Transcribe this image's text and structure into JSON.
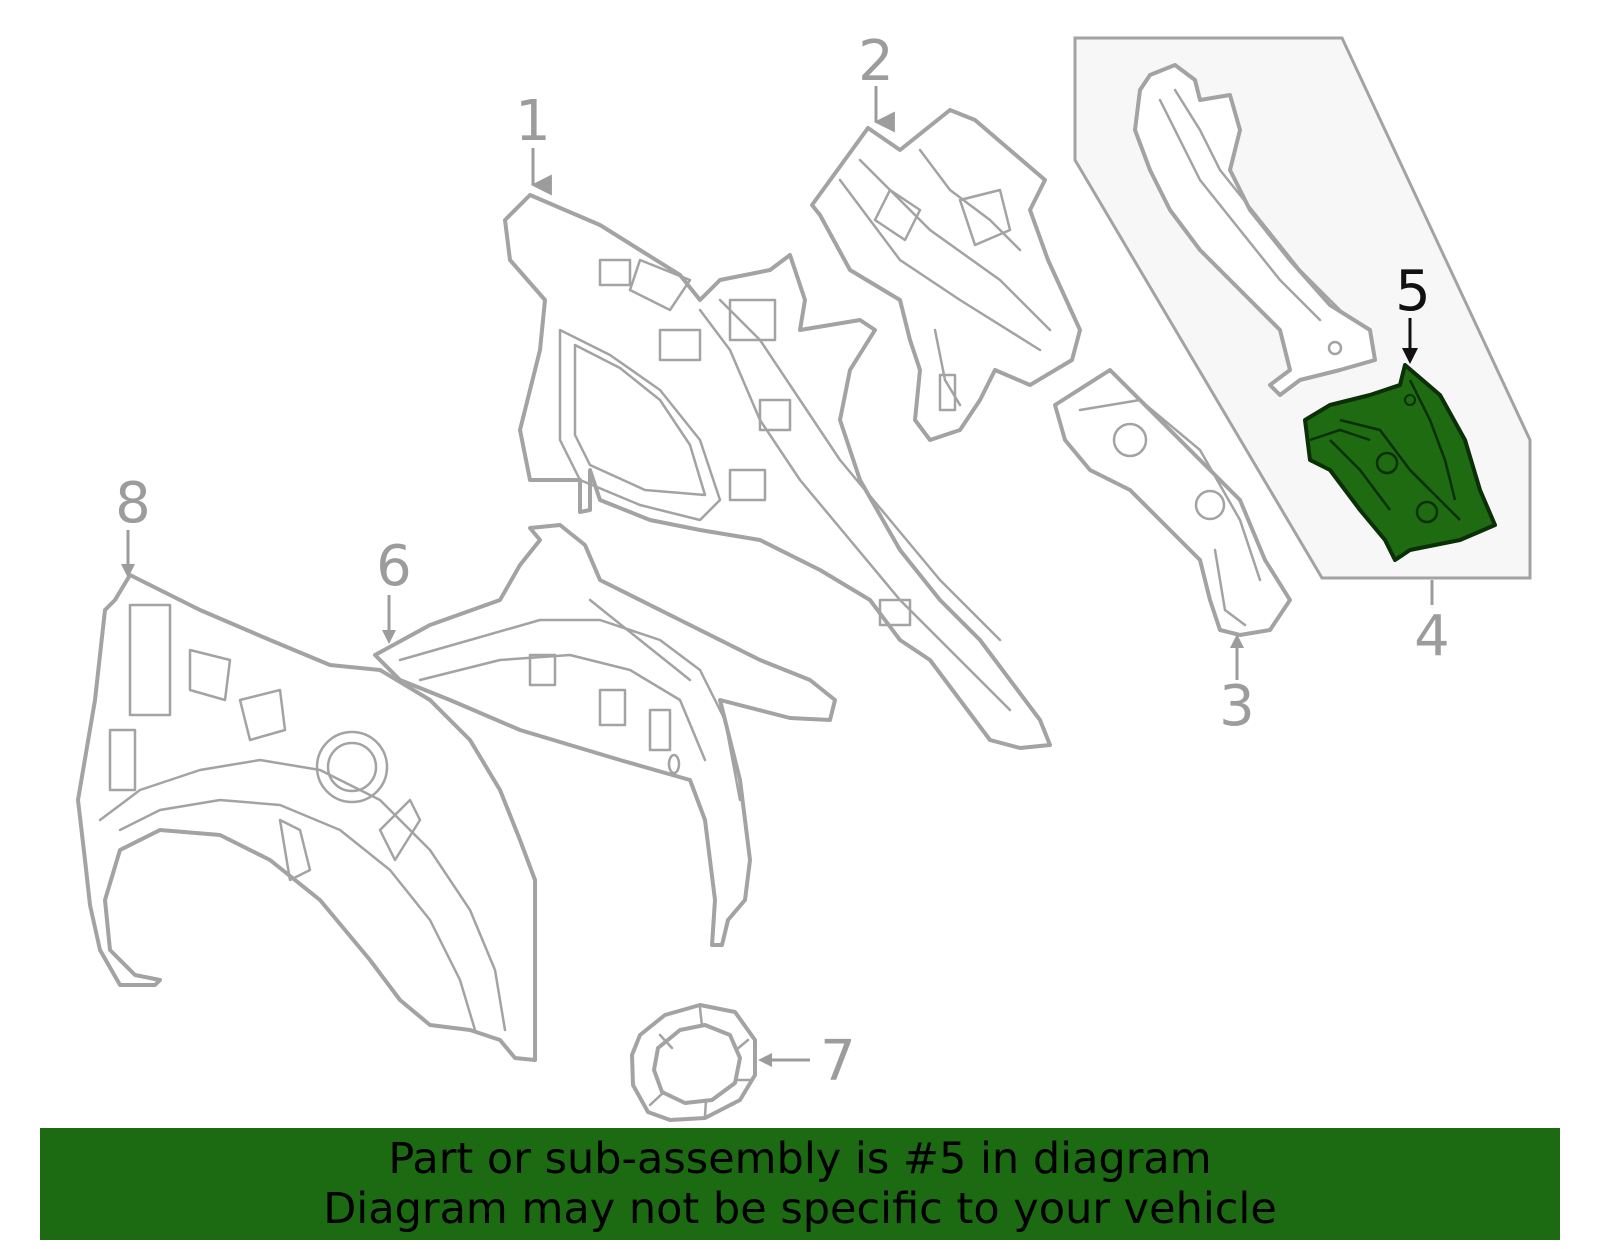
{
  "colors": {
    "highlight": "#1f6b12",
    "banner_bg": "#1c6a12",
    "line_gray": "#a3a3a3",
    "text_gray": "#9c9c9c",
    "inset_bg": "#f7f7f7"
  },
  "callouts": {
    "c1": "1",
    "c2": "2",
    "c3": "3",
    "c4": "4",
    "c5": "5",
    "c6": "6",
    "c7": "7",
    "c8": "8"
  },
  "highlighted_part": "5",
  "banner": {
    "line1": "Part or sub-assembly is #5 in diagram",
    "line2": "Diagram may not be specific to your vehicle"
  }
}
